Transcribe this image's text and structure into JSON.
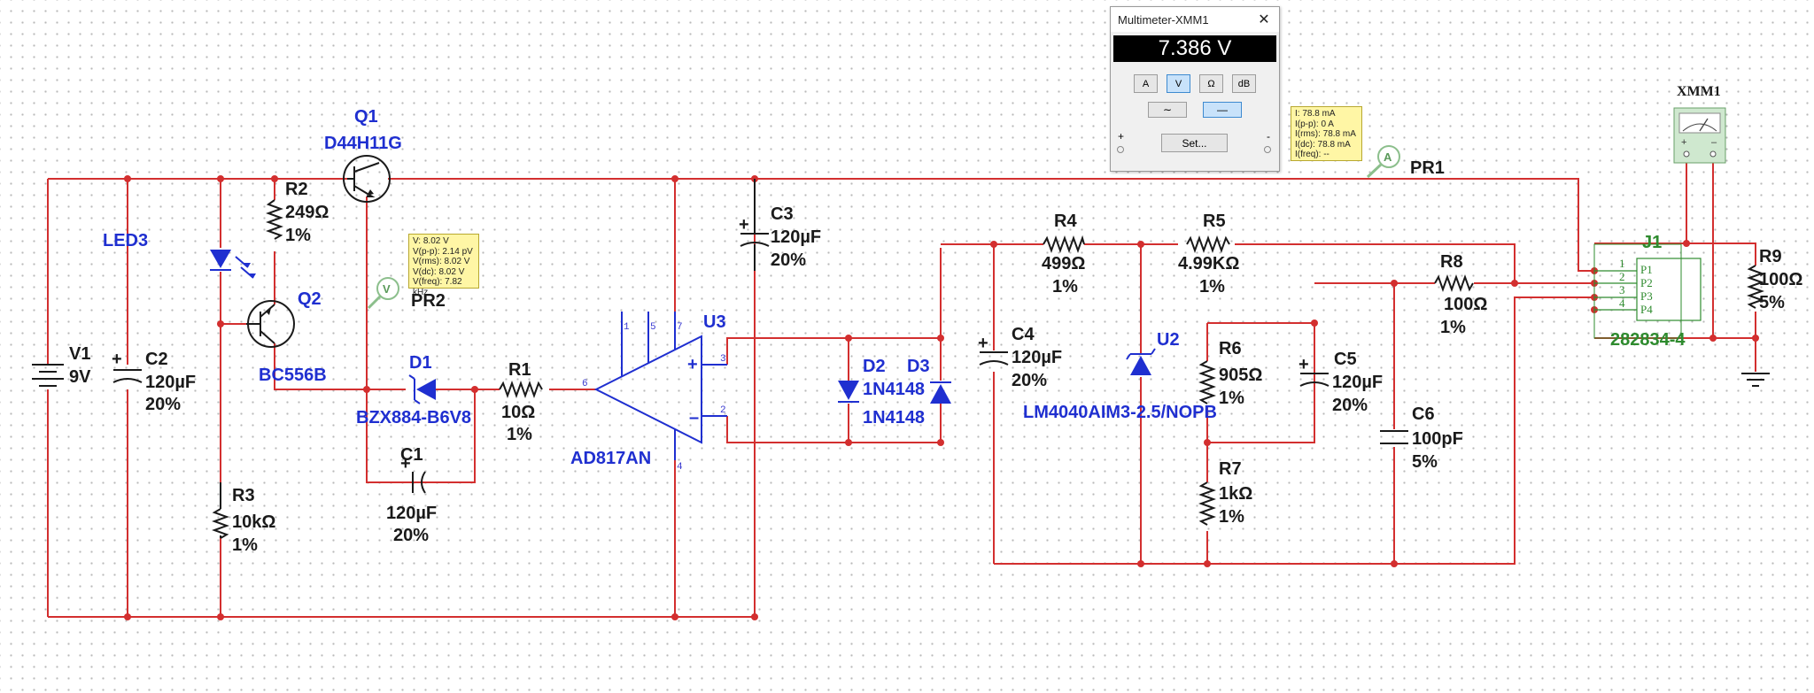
{
  "multimeter": {
    "title": "Multimeter-XMM1",
    "reading": "7.386 V",
    "mode_buttons": [
      "A",
      "V",
      "Ω",
      "dB"
    ],
    "active_mode": "V",
    "wave_buttons": [
      "∼",
      "—"
    ],
    "active_wave": "—",
    "set_label": "Set...",
    "plus": "+",
    "minus": "-"
  },
  "probe_pr2": {
    "lines": [
      "V: 8.02 V",
      "V(p-p): 2.14 pV",
      "V(rms): 8.02 V",
      "V(dc): 8.02 V",
      "V(freq): 7.82 kHz"
    ]
  },
  "probe_pr1": {
    "lines": [
      "I: 78.8 mA",
      "I(p-p): 0 A",
      "I(rms): 78.8 mA",
      "I(dc): 78.8 mA",
      "I(freq): --"
    ]
  },
  "labels": {
    "xmm1": "XMM1",
    "pr1": "PR1",
    "pr2": "PR2",
    "probe_a": "A",
    "probe_v": "V",
    "v1": {
      "ref": "V1",
      "value": "9V"
    },
    "led3": "LED3",
    "c2": {
      "ref": "C2",
      "value": "120µF",
      "tol": "20%"
    },
    "r2": {
      "ref": "R2",
      "value": "249Ω",
      "tol": "1%"
    },
    "q1": {
      "ref": "Q1",
      "part": "D44H11G"
    },
    "q2": {
      "ref": "Q2",
      "part": "BC556B"
    },
    "r3": {
      "ref": "R3",
      "value": "10kΩ",
      "tol": "1%"
    },
    "d1": {
      "ref": "D1",
      "part": "BZX884-B6V8"
    },
    "c1": {
      "ref": "C1",
      "value": "120µF",
      "tol": "20%"
    },
    "r1": {
      "ref": "R1",
      "value": "10Ω",
      "tol": "1%"
    },
    "u3": {
      "ref": "U3",
      "part": "AD817AN"
    },
    "c3": {
      "ref": "C3",
      "value": "120µF",
      "tol": "20%"
    },
    "d2": {
      "ref": "D2",
      "part": "1N4148"
    },
    "d3": {
      "ref": "D3",
      "part": "1N4148"
    },
    "r4": {
      "ref": "R4",
      "value": "499Ω",
      "tol": "1%"
    },
    "r5": {
      "ref": "R5",
      "value": "4.99KΩ",
      "tol": "1%"
    },
    "c4": {
      "ref": "C4",
      "value": "120µF",
      "tol": "20%"
    },
    "u2": {
      "ref": "U2",
      "part": "LM4040AIM3-2.5/NOPB"
    },
    "r6": {
      "ref": "R6",
      "value": "905Ω",
      "tol": "1%"
    },
    "r7": {
      "ref": "R7",
      "value": "1kΩ",
      "tol": "1%"
    },
    "c5": {
      "ref": "C5",
      "value": "120µF",
      "tol": "20%"
    },
    "r8": {
      "ref": "R8",
      "value": "100Ω",
      "tol": "1%"
    },
    "c6": {
      "ref": "C6",
      "value": "100pF",
      "tol": "5%"
    },
    "j1": {
      "ref": "J1",
      "part": "282834-4",
      "pins": [
        "P1",
        "P2",
        "P3",
        "P4"
      ],
      "pin_numbers": [
        "1",
        "2",
        "3",
        "4"
      ]
    },
    "r9": {
      "ref": "R9",
      "value": "100Ω",
      "tol": "5%"
    },
    "u3_pins": {
      "in_plus": "3",
      "in_minus": "2",
      "out": "6",
      "p1": "1",
      "p5": "5",
      "p7": "7",
      "p4": "4"
    }
  },
  "colors": {
    "wire": "#d32f2f",
    "component": "#1a1a1a",
    "part": "#1f2fd0",
    "connector": "#2e8b2e",
    "probe_bg": "#fff6a5"
  }
}
